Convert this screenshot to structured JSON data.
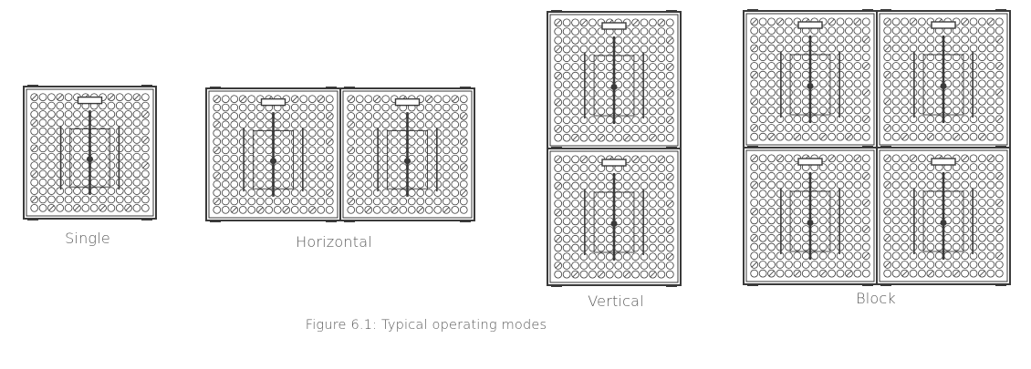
{
  "figure": {
    "caption": "Figure 6.1: Typical operating modes"
  },
  "modes": [
    {
      "label": "Single",
      "columns": 1,
      "rows": 1
    },
    {
      "label": "Horizontal",
      "columns": 2,
      "rows": 1
    },
    {
      "label": "Vertical",
      "columns": 1,
      "rows": 2
    },
    {
      "label": "Block",
      "columns": 2,
      "rows": 2
    }
  ],
  "colors": {
    "line": "#3a3a3a",
    "frame_fill": "#ffffff",
    "text": "#5a5a5a"
  }
}
